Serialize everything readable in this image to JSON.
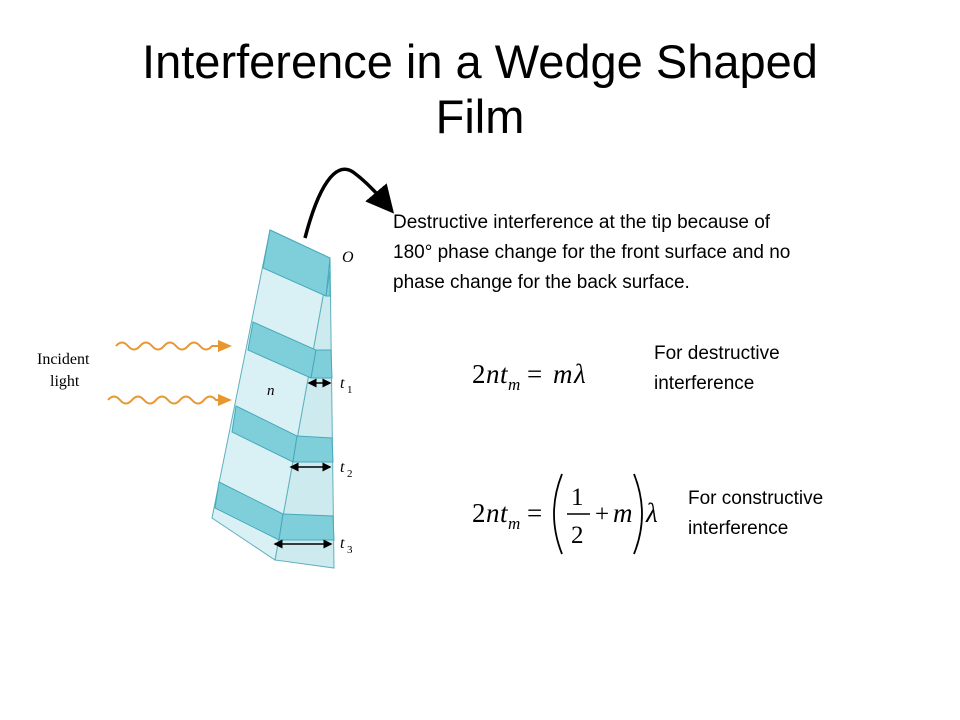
{
  "slide": {
    "title_line1": "Interference in a Wedge Shaped",
    "title_line2": "Film"
  },
  "figure": {
    "incident_line1": "Incident",
    "incident_line2": "light",
    "vertex_label": "O",
    "index_label": "n",
    "thickness_label": "t",
    "thickness_subscripts": [
      "1",
      "2",
      "3"
    ],
    "colors": {
      "band": "#7fcfda",
      "band_edge": "#46a9bb",
      "glass": "#d9f1f4",
      "wave": "#e8962e"
    }
  },
  "notes": {
    "tip_line1": "Destructive interference at the tip because of",
    "tip_line2": "180° phase change for the front surface and no",
    "tip_line3": "phase change for the back surface.",
    "destructive_line1": "For destructive",
    "destructive_line2": "interference",
    "constructive_line1": "For constructive",
    "constructive_line2": "interference"
  },
  "equations": {
    "two": "2",
    "n": "n",
    "t": "t",
    "m": "m",
    "equals": "=",
    "lambda": "λ",
    "one": "1",
    "plus": "+"
  }
}
